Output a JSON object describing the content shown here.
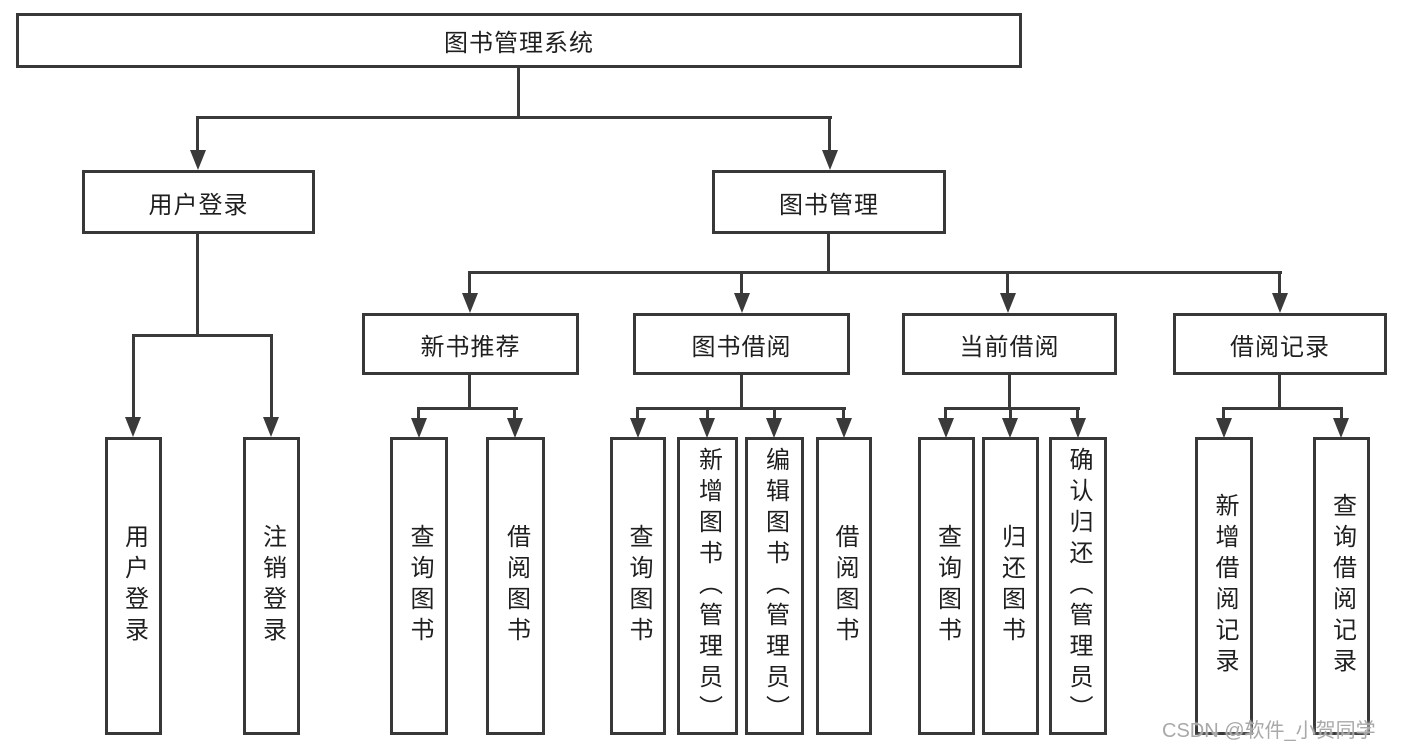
{
  "tree": {
    "root": "图书管理系统",
    "children": [
      {
        "label": "用户登录",
        "children": [
          "用户登录",
          "注销登录"
        ]
      },
      {
        "label": "图书管理",
        "children": [
          {
            "label": "新书推荐",
            "children": [
              "查询图书",
              "借阅图书"
            ]
          },
          {
            "label": "图书借阅",
            "children": [
              "查询图书",
              "新增图书（管理员）",
              "编辑图书（管理员）",
              "借阅图书"
            ]
          },
          {
            "label": "当前借阅",
            "children": [
              "查询图书",
              "归还图书",
              "确认归还（管理员）"
            ]
          },
          {
            "label": "借阅记录",
            "children": [
              "新增借阅记录",
              "查询借阅记录"
            ]
          }
        ]
      }
    ]
  },
  "watermark": {
    "text": "CSDN @软件_小贺同学"
  },
  "colors": {
    "line": "#3a3a3a",
    "box_border": "#383838",
    "text": "#1f1f1f",
    "watermark": "#a9a9a9",
    "background": "#ffffff"
  }
}
